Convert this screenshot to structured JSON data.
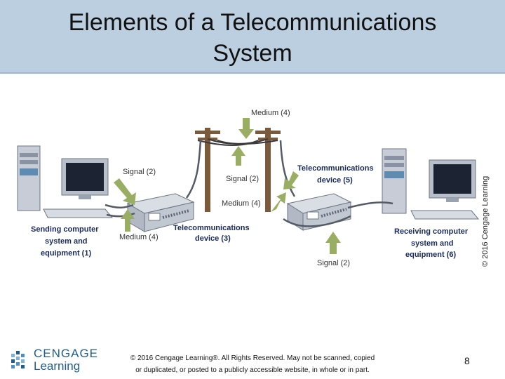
{
  "slide": {
    "title_line1": "Elements of a Telecommunications",
    "title_line2": "System",
    "page_number": "8"
  },
  "diagram": {
    "labels": {
      "medium_top": "Medium (4)",
      "signal_left": "Signal (2)",
      "signal_mid": "Signal (2)",
      "telecom_device_5_line1": "Telecommunications",
      "telecom_device_5_line2": "device (5)",
      "medium_mid": "Medium (4)",
      "sending_line1": "Sending computer",
      "sending_line2": "system and",
      "sending_line3": "equipment (1)",
      "medium_bottom_left": "Medium (4)",
      "telecom_device_3_line1": "Telecommunications",
      "telecom_device_3_line2": "device (3)",
      "receiving_line1": "Receiving computer",
      "receiving_line2": "system and",
      "receiving_line3": "equipment (6)",
      "signal_bottom": "Signal (2)"
    },
    "credit": "© 2016 Cengage Learning"
  },
  "footer": {
    "logo_top": "CENGAGE",
    "logo_bottom": "Learning",
    "copyright_line1": "© 2016 Cengage Learning®. All Rights Reserved. May not be scanned, copied",
    "copyright_line2": "or duplicated, or posted to a publicly accessible website, in whole or in part."
  },
  "colors": {
    "title_bg": "#bccfe1",
    "arrow": "#9aae63",
    "label_bold": "#1a2a5c",
    "logo": "#1e5e8e"
  }
}
